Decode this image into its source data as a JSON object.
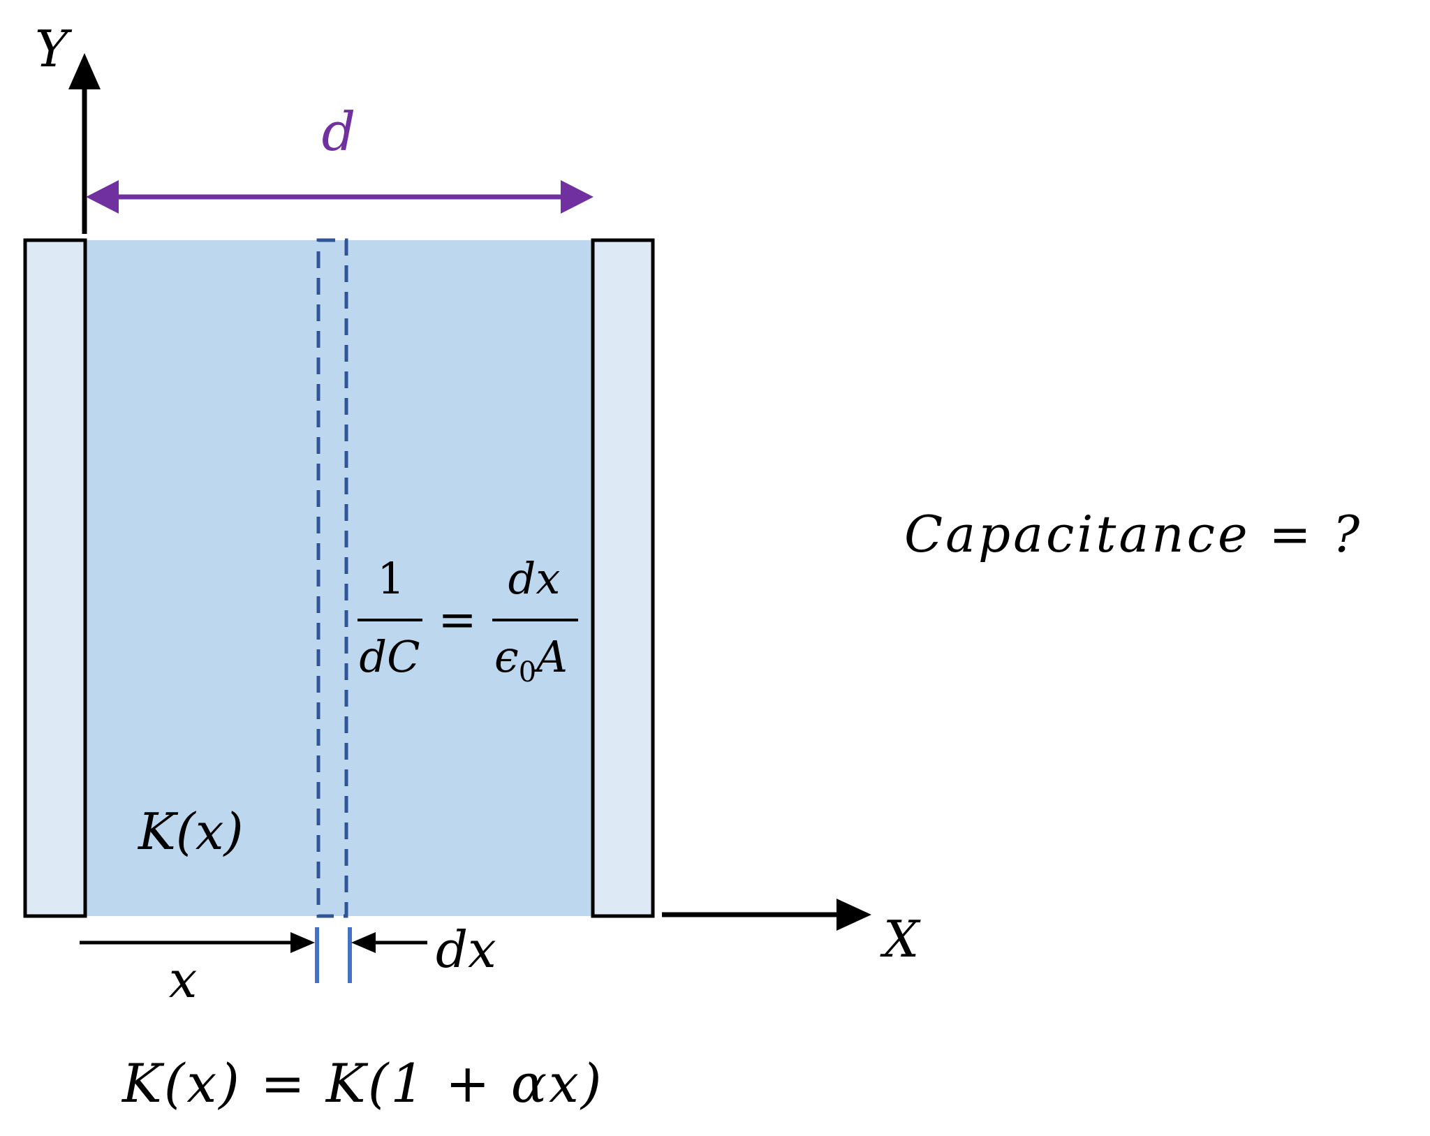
{
  "axes": {
    "y_label": "Y",
    "x_label": "X"
  },
  "separation_label": "d",
  "dielectric_label": "K(x)",
  "element_equation": {
    "numerator_left": "1",
    "denominator_left": "dC",
    "equals": "=",
    "numerator_right": "dx",
    "denominator_right": "ϵ",
    "subscript": "0",
    "denominator_right_tail": "A"
  },
  "position_label": "x",
  "width_label": "dx",
  "question": "Capacitance = ?",
  "dielectric_function": "K(x) = K(1 + αx)",
  "colors": {
    "plate": "#dde9f5",
    "dielectric": "#bdd7ee",
    "outline": "#000000",
    "dimension": "#7030a0",
    "strip": "#2f5597",
    "tick": "#4472c4"
  }
}
